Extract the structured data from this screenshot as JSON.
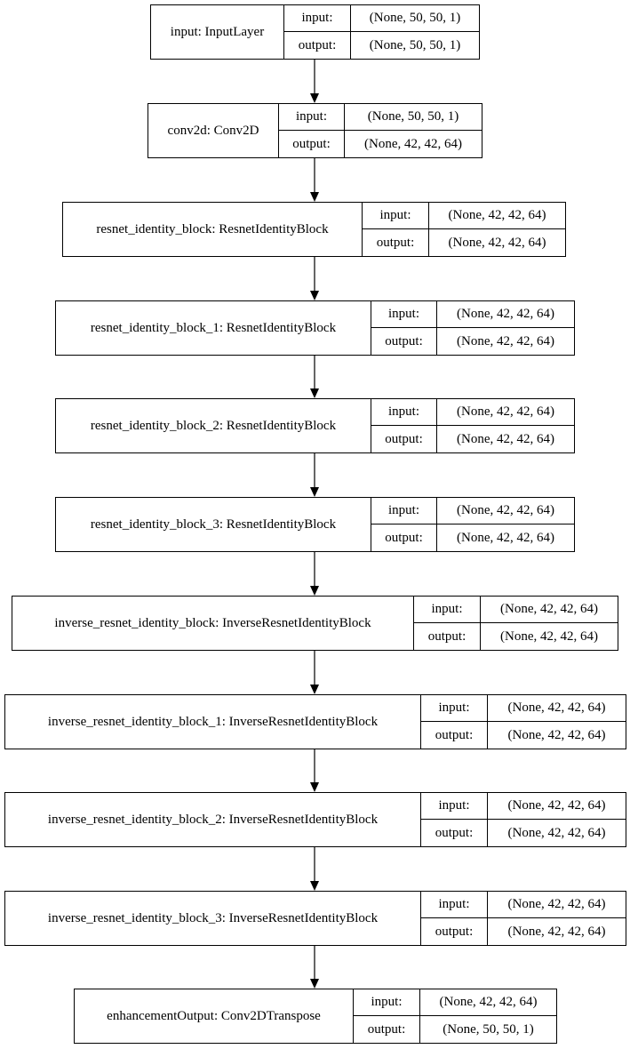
{
  "diagram": {
    "io_labels": {
      "input": "input:",
      "output": "output:"
    },
    "nodes": [
      {
        "name": "input: InputLayer",
        "input": "(None, 50, 50, 1)",
        "output": "(None, 50, 50, 1)"
      },
      {
        "name": "conv2d: Conv2D",
        "input": "(None, 50, 50, 1)",
        "output": "(None, 42, 42, 64)"
      },
      {
        "name": "resnet_identity_block: ResnetIdentityBlock",
        "input": "(None, 42, 42, 64)",
        "output": "(None, 42, 42, 64)"
      },
      {
        "name": "resnet_identity_block_1: ResnetIdentityBlock",
        "input": "(None, 42, 42, 64)",
        "output": "(None, 42, 42, 64)"
      },
      {
        "name": "resnet_identity_block_2: ResnetIdentityBlock",
        "input": "(None, 42, 42, 64)",
        "output": "(None, 42, 42, 64)"
      },
      {
        "name": "resnet_identity_block_3: ResnetIdentityBlock",
        "input": "(None, 42, 42, 64)",
        "output": "(None, 42, 42, 64)"
      },
      {
        "name": "inverse_resnet_identity_block: InverseResnetIdentityBlock",
        "input": "(None, 42, 42, 64)",
        "output": "(None, 42, 42, 64)"
      },
      {
        "name": "inverse_resnet_identity_block_1: InverseResnetIdentityBlock",
        "input": "(None, 42, 42, 64)",
        "output": "(None, 42, 42, 64)"
      },
      {
        "name": "inverse_resnet_identity_block_2: InverseResnetIdentityBlock",
        "input": "(None, 42, 42, 64)",
        "output": "(None, 42, 42, 64)"
      },
      {
        "name": "inverse_resnet_identity_block_3: InverseResnetIdentityBlock",
        "input": "(None, 42, 42, 64)",
        "output": "(None, 42, 42, 64)"
      },
      {
        "name": "enhancementOutput: Conv2DTranspose",
        "input": "(None, 42, 42, 64)",
        "output": "(None, 50, 50, 1)"
      }
    ]
  }
}
